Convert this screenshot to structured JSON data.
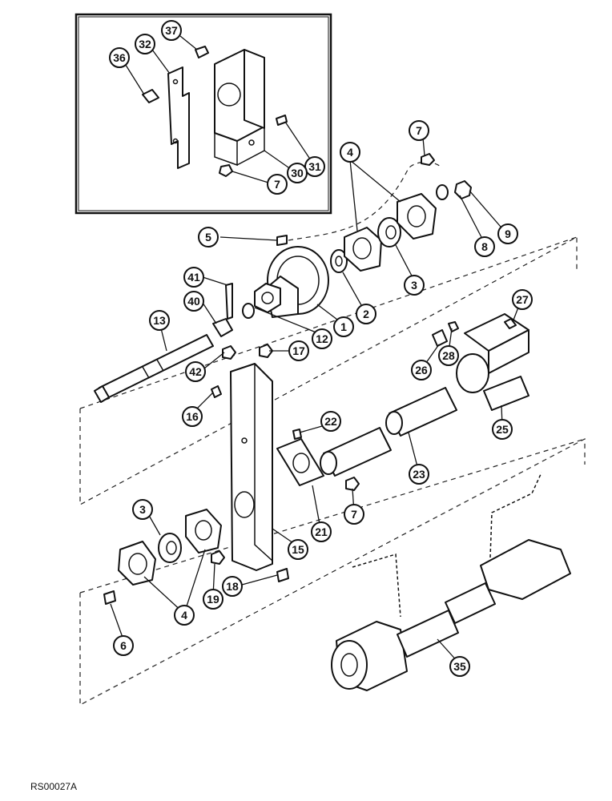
{
  "figure_code": "RS00027A",
  "callouts": [
    {
      "id": "c37",
      "label": "37"
    },
    {
      "id": "c32",
      "label": "32"
    },
    {
      "id": "c36",
      "label": "36"
    },
    {
      "id": "c31",
      "label": "31"
    },
    {
      "id": "c30",
      "label": "30"
    },
    {
      "id": "c7a",
      "label": "7"
    },
    {
      "id": "c7b",
      "label": "7"
    },
    {
      "id": "c4a",
      "label": "4"
    },
    {
      "id": "c5",
      "label": "5"
    },
    {
      "id": "c8",
      "label": "8"
    },
    {
      "id": "c9",
      "label": "9"
    },
    {
      "id": "c3a",
      "label": "3"
    },
    {
      "id": "c2",
      "label": "2"
    },
    {
      "id": "c1",
      "label": "1"
    },
    {
      "id": "c12",
      "label": "12"
    },
    {
      "id": "c41",
      "label": "41"
    },
    {
      "id": "c40",
      "label": "40"
    },
    {
      "id": "c13",
      "label": "13"
    },
    {
      "id": "c42",
      "label": "42"
    },
    {
      "id": "c17",
      "label": "17"
    },
    {
      "id": "c16",
      "label": "16"
    },
    {
      "id": "c27",
      "label": "27"
    },
    {
      "id": "c28",
      "label": "28"
    },
    {
      "id": "c26",
      "label": "26"
    },
    {
      "id": "c25",
      "label": "25"
    },
    {
      "id": "c22",
      "label": "22"
    },
    {
      "id": "c23",
      "label": "23"
    },
    {
      "id": "c7c",
      "label": "7"
    },
    {
      "id": "c21",
      "label": "21"
    },
    {
      "id": "c15",
      "label": "15"
    },
    {
      "id": "c3b",
      "label": "3"
    },
    {
      "id": "c4b",
      "label": "4"
    },
    {
      "id": "c6",
      "label": "6"
    },
    {
      "id": "c18",
      "label": "18"
    },
    {
      "id": "c19",
      "label": "19"
    },
    {
      "id": "c35",
      "label": "35"
    }
  ]
}
